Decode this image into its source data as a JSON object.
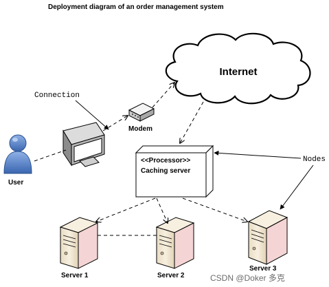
{
  "title": "Deployment diagram of an order management system",
  "cloud_label": "Internet",
  "connection_label": "Connection",
  "modem_label": "Modem",
  "user_label": "User",
  "processor": {
    "stereotype": "<<Processor>>",
    "name": "Caching server"
  },
  "nodes_label": "Nodes",
  "servers": [
    {
      "label": "Server 1"
    },
    {
      "label": "Server 2"
    },
    {
      "label": "Server 3"
    }
  ],
  "watermark": "CSDN @Doker 多克",
  "colors": {
    "line": "#000000",
    "user_blue": "#4a7cc9",
    "server_beige": "#f2e9d6",
    "server_pink": "#f4d4d4",
    "monitor_gray": "#9a9a9a"
  }
}
